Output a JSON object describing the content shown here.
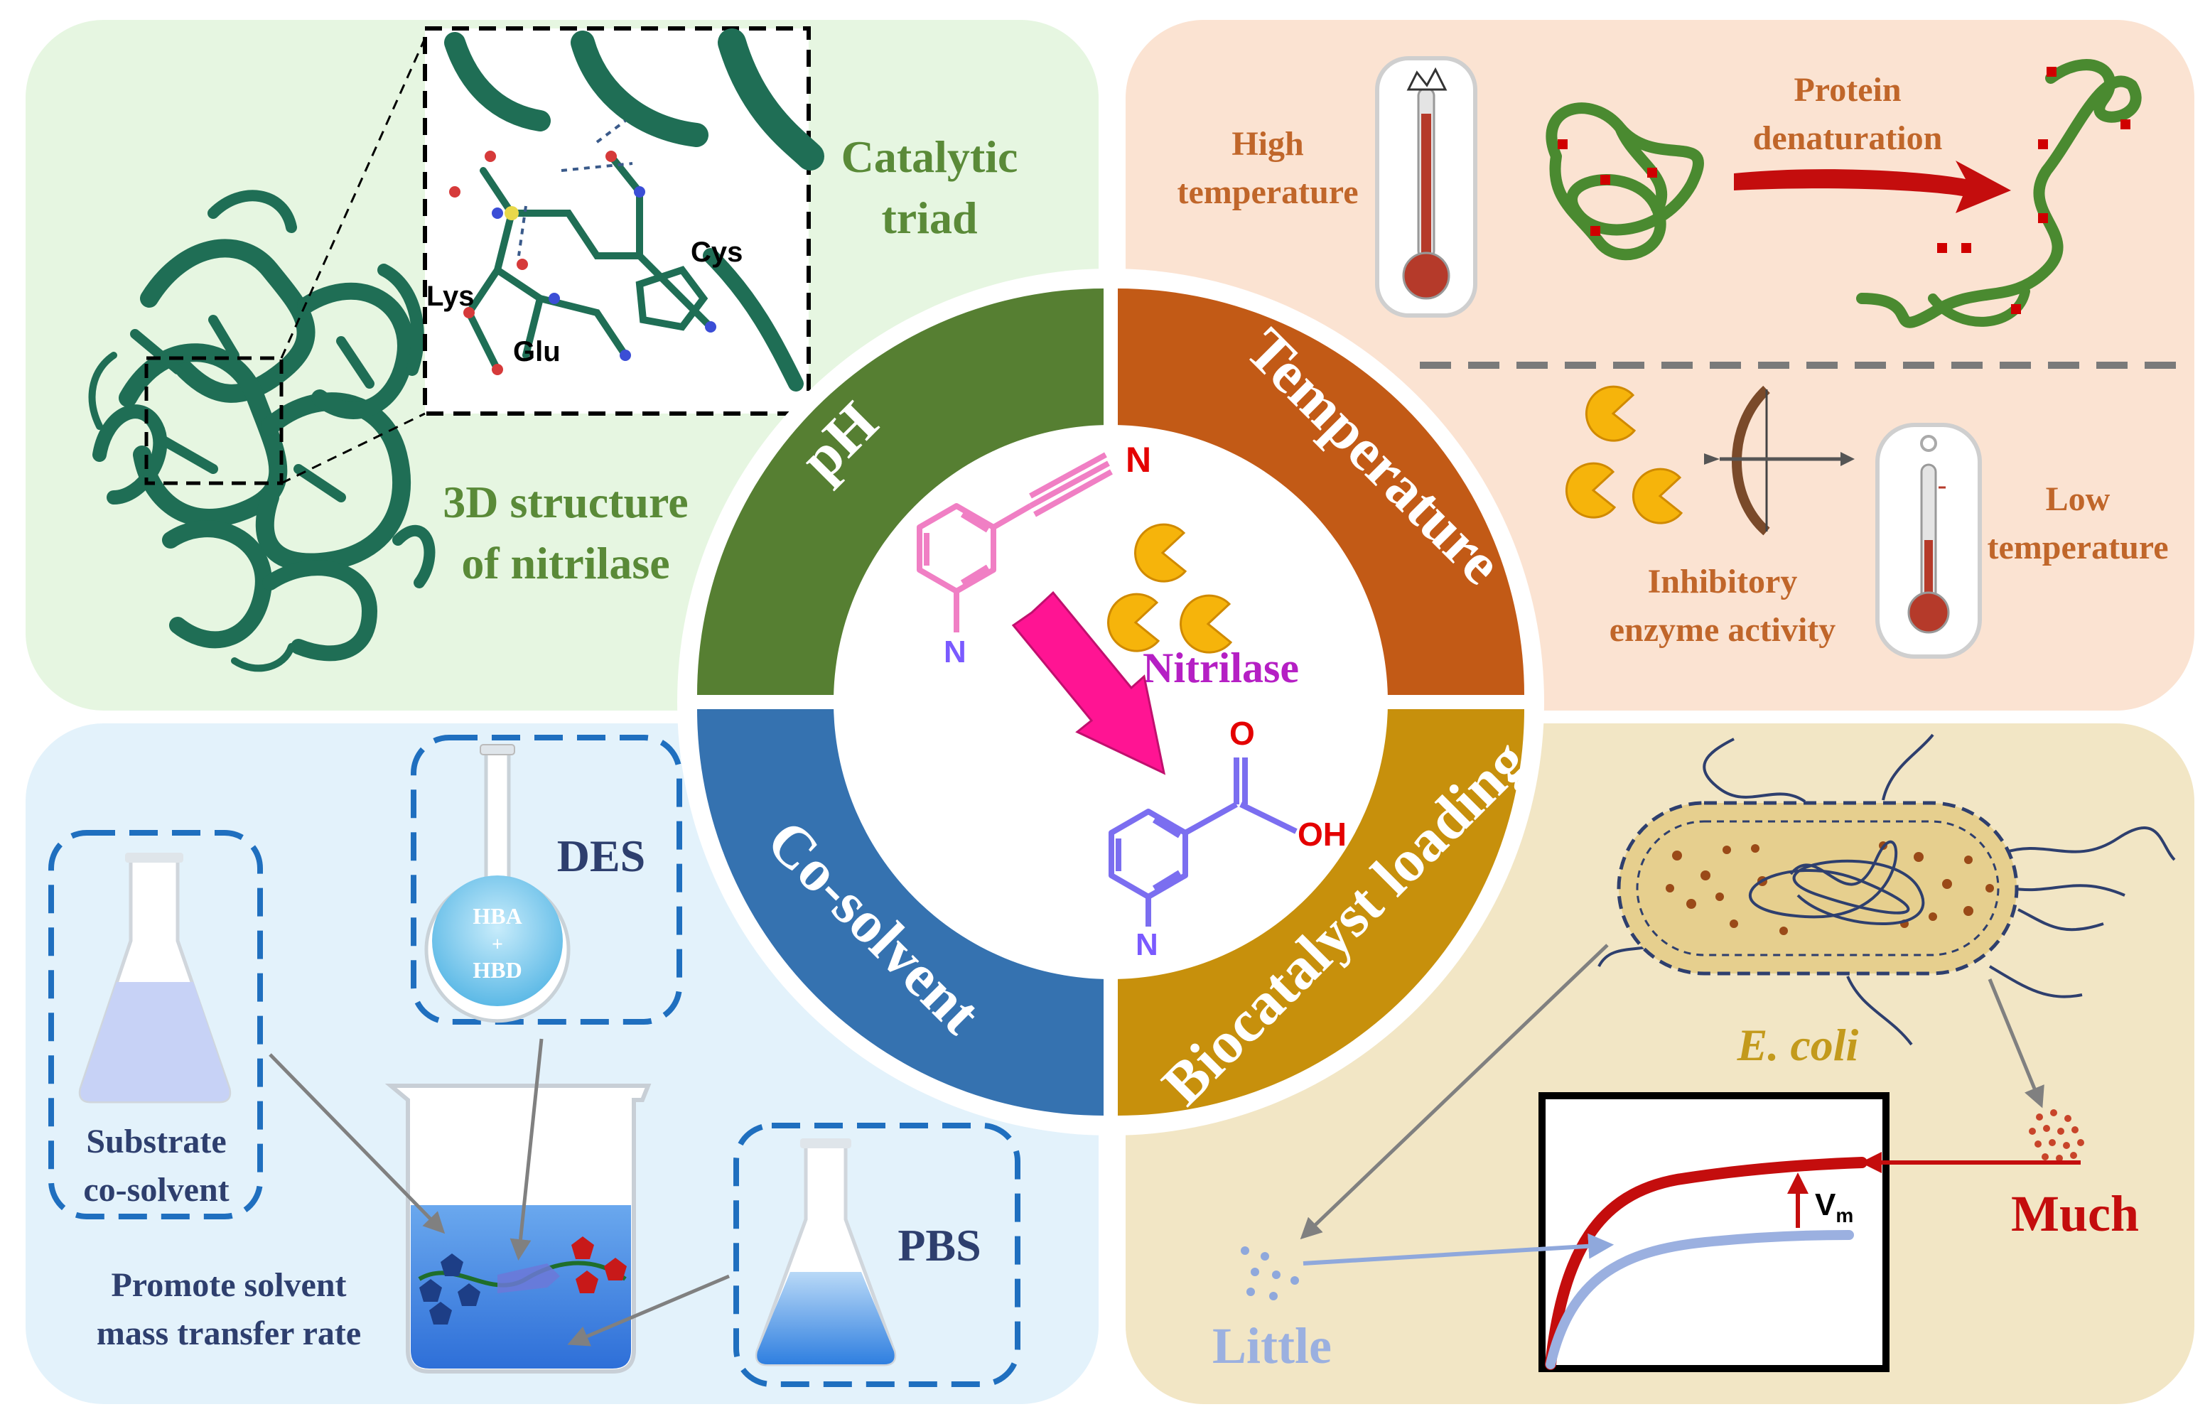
{
  "colors": {
    "panel_tl": "#e6f6e1",
    "panel_tr": "#fbe3d2",
    "panel_bl": "#e3f2fb",
    "panel_br": "#f2e6c5",
    "sector_ph": "#567f32",
    "sector_temperature": "#c25a16",
    "sector_cosolvent": "#3572b0",
    "sector_biocatalyst": "#c7900c",
    "protein": "#1f6e55",
    "text_green": "#5a8a38",
    "text_orange": "#c0662a",
    "text_navy": "#2e3f6e",
    "text_gold": "#c39a1c",
    "text_red": "#c40d0d",
    "text_lightblue": "#9bb0e0",
    "nitrilase_label": "#b51fc4",
    "substrate_color": "#f07fc4",
    "product_color": "#7b6ef0",
    "heteroatom_red": "#e40000",
    "enzyme_yellow": "#f6b40b"
  },
  "wheel": {
    "ph": "pH",
    "temperature": "Temperature",
    "cosolvent": "Co-solvent",
    "biocatalyst": "Biocatalyst loading"
  },
  "center": {
    "substrate_n_nitrile": "N",
    "substrate_n_ring": "N",
    "enzyme_label": "Nitrilase",
    "product_o": "O",
    "product_oh": "OH",
    "product_n_ring": "N"
  },
  "panel_structure": {
    "catalytic_line1": "Catalytic",
    "catalytic_line2": "triad",
    "residue_cys": "Cys",
    "residue_lys": "Lys",
    "residue_glu": "Glu",
    "structure_line1": "3D structure",
    "structure_line2": "of nitrilase"
  },
  "panel_temperature": {
    "high_line1": "High",
    "high_line2": "temperature",
    "denature_line1": "Protein",
    "denature_line2": "denaturation",
    "low_line1": "Low",
    "low_line2": "temperature",
    "inhibit_line1": "Inhibitory",
    "inhibit_line2": "enzyme activity"
  },
  "panel_cosolvent": {
    "des_label": "DES",
    "hba": "HBA",
    "plus": "+",
    "hbd": "HBD",
    "substrate_line1": "Substrate",
    "substrate_line2": "co-solvent",
    "pbs_label": "PBS",
    "promote_line1": "Promote solvent",
    "promote_line2": "mass transfer rate"
  },
  "panel_biocatalyst": {
    "ecoli": "E. coli",
    "vm_main": "V",
    "vm_sub": "m",
    "much": "Much",
    "little": "Little"
  }
}
